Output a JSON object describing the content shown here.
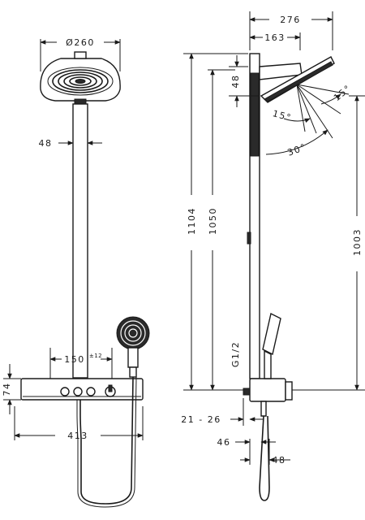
{
  "dimensions": {
    "front": {
      "head_diameter": "Ø260",
      "rail_width": "48",
      "valve_spacing": "150",
      "valve_spacing_tolerance": "±12",
      "thermostat_height": "74",
      "total_width": "413"
    },
    "side": {
      "head_reach": "276",
      "arm_length": "163",
      "head_thickness": "48",
      "total_height": "1104",
      "rail_height": "1050",
      "head_outlet_height": "1003",
      "tilt_angle_a": "15°",
      "tilt_angle_b": "15°",
      "tilt_angle_c": "30°",
      "thread_size": "G1/2",
      "wall_offset": "21 - 26",
      "hose_offset": "46",
      "hand_shower_width": "48"
    }
  },
  "colors": {
    "line": "#1a1a1a",
    "fill_dark": "#2a2a2a",
    "background": "#ffffff"
  }
}
